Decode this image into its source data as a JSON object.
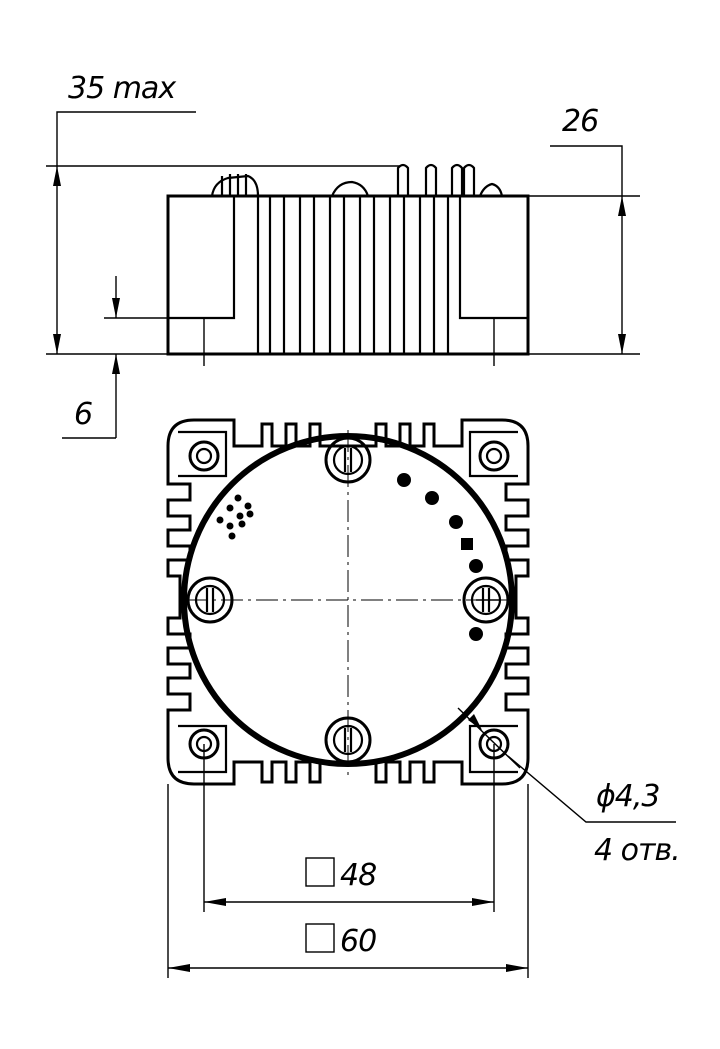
{
  "dimensions": {
    "overall_height": "35 max",
    "body_height": "26",
    "base_height": "6",
    "hole_diameter": "ϕ4,3",
    "hole_count": "4 отв.",
    "hole_spacing": "48",
    "outer_size": "60"
  }
}
